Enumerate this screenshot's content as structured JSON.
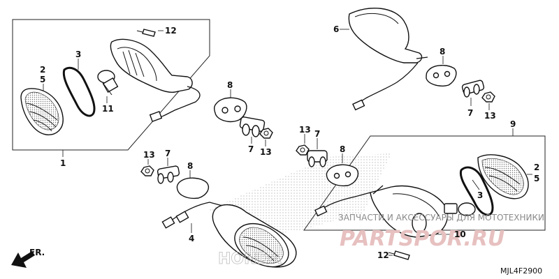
{
  "diagram": {
    "callouts": [
      {
        "id": "c-12-top",
        "text": "12"
      },
      {
        "id": "c-3-left",
        "text": "3"
      },
      {
        "id": "c-2-left",
        "text": "2"
      },
      {
        "id": "c-5-left",
        "text": "5"
      },
      {
        "id": "c-11",
        "text": "11"
      },
      {
        "id": "c-1",
        "text": "1"
      },
      {
        "id": "c-8-mid",
        "text": "8"
      },
      {
        "id": "c-7-mid",
        "text": "7"
      },
      {
        "id": "c-13-mid",
        "text": "13"
      },
      {
        "id": "c-6",
        "text": "6"
      },
      {
        "id": "c-8-topright",
        "text": "8"
      },
      {
        "id": "c-7-topright",
        "text": "7"
      },
      {
        "id": "c-13-topright",
        "text": "13"
      },
      {
        "id": "c-9",
        "text": "9"
      },
      {
        "id": "c-13-lowleft",
        "text": "13"
      },
      {
        "id": "c-7-lowleft",
        "text": "7"
      },
      {
        "id": "c-8-lowleft",
        "text": "8"
      },
      {
        "id": "c-13-center",
        "text": "13"
      },
      {
        "id": "c-7-center",
        "text": "7"
      },
      {
        "id": "c-8-center",
        "text": "8"
      },
      {
        "id": "c-2-right",
        "text": "2"
      },
      {
        "id": "c-5-right",
        "text": "5"
      },
      {
        "id": "c-3-right",
        "text": "3"
      },
      {
        "id": "c-4",
        "text": "4"
      },
      {
        "id": "c-10",
        "text": "10"
      },
      {
        "id": "c-12-bottom",
        "text": "12"
      }
    ],
    "direction_label": "FR.",
    "diagram_code": "MJL4F2900",
    "watermark_line": "ЗАПЧАСТИ И АКСЕССУАРЫ ДЛЯ МОТОТЕХНИКИ",
    "watermark_site": "PARTSPOR.RU"
  }
}
